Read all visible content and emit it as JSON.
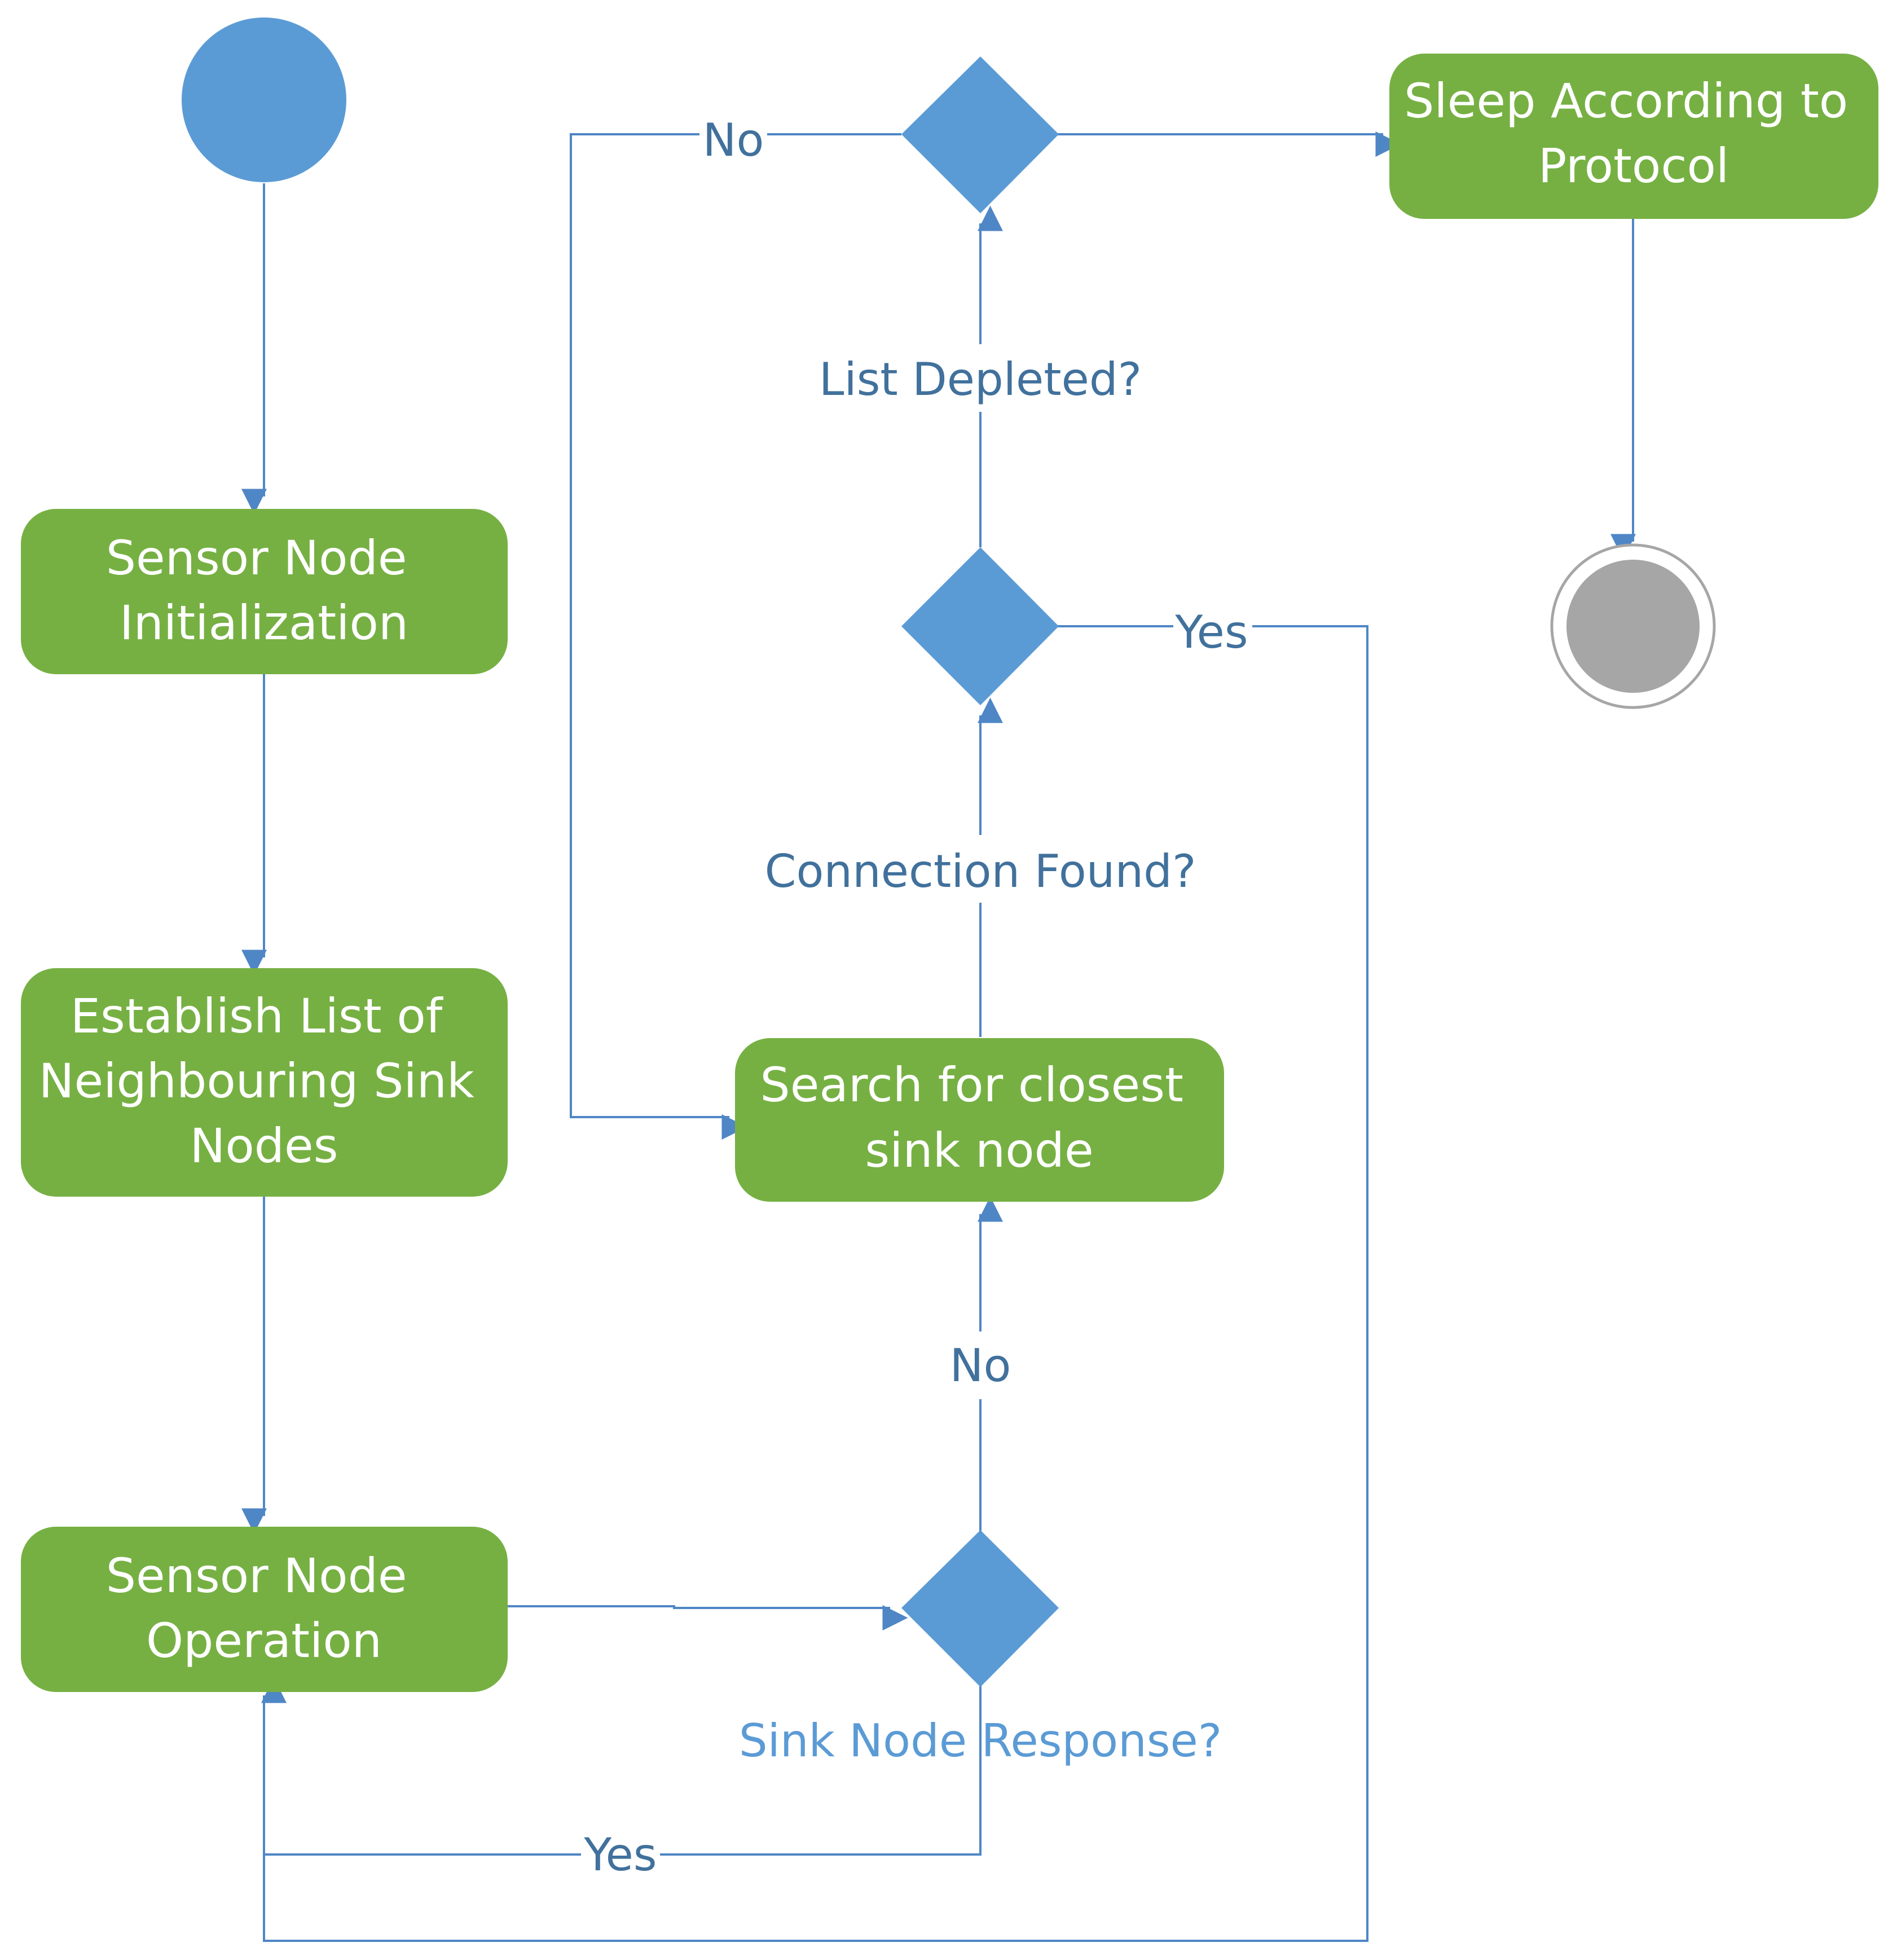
{
  "nodes": {
    "sensor_node_initialization": [
      "Sensor Node",
      "Initialization"
    ],
    "establish_list": [
      "Establish List of",
      "Neighbouring Sink",
      "Nodes"
    ],
    "sensor_node_operation": [
      "Sensor Node",
      "Operation"
    ],
    "search_closest_sink": [
      "Search for closest",
      "sink node"
    ],
    "sleep_according_to_protocol": [
      "Sleep According to",
      "Protocol"
    ]
  },
  "labels": {
    "list_depleted": "List Depleted?",
    "connection_found": "Connection Found?",
    "sink_node_response": "Sink Node Response?",
    "no_top": "No",
    "yes_connection": "Yes",
    "no_response": "No",
    "yes_response": "Yes"
  },
  "colors": {
    "process_fill": "#76b043",
    "decision_fill": "#5b9bd5",
    "edge": "#4f86c6",
    "label_text": "#41719c",
    "response_label_text": "#5b9bd5",
    "end_inner": "#a6a6a6",
    "end_ring": "#a6a6a6"
  }
}
